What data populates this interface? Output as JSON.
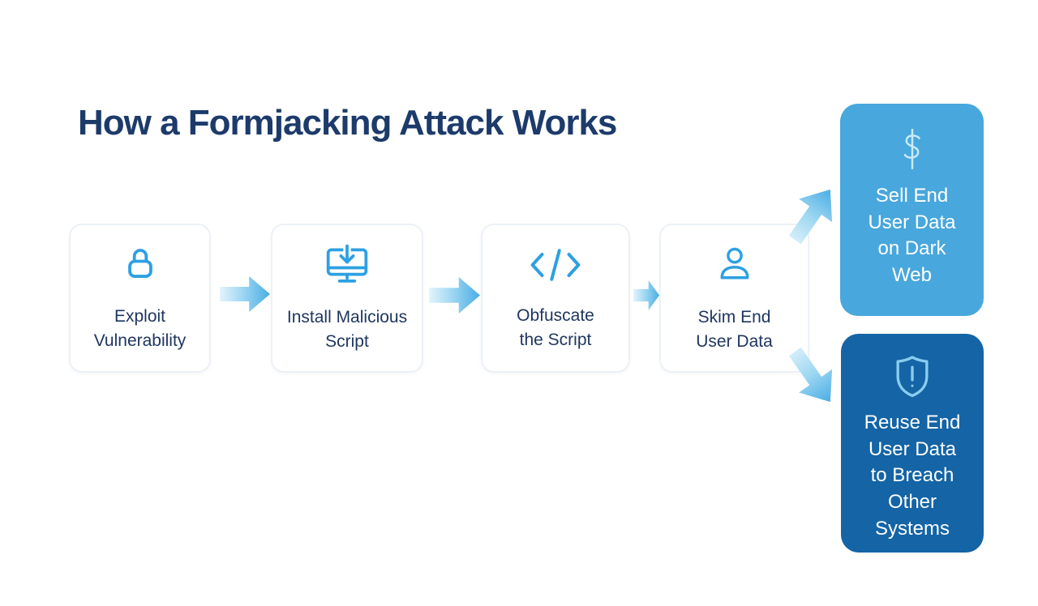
{
  "title": "How a Formjacking Attack Works",
  "steps": [
    {
      "label": "Exploit\nVulnerability",
      "icon": "lock-icon"
    },
    {
      "label": "Install Malicious\nScript",
      "icon": "monitor-download-icon"
    },
    {
      "label": "Obfuscate\nthe Script",
      "icon": "code-icon"
    },
    {
      "label": "Skim End\nUser Data",
      "icon": "user-icon"
    }
  ],
  "outcomes": [
    {
      "label": "Sell End\nUser Data\non Dark\nWeb",
      "icon": "dollar-icon",
      "background": "#48a7dc"
    },
    {
      "label": "Reuse End\nUser Data\nto Breach\nOther\nSystems",
      "icon": "shield-alert-icon",
      "background": "#1464a6"
    }
  ],
  "colors": {
    "background": "#ffffff",
    "title_text": "#1c3b6b",
    "step_text": "#1e355f",
    "step_border": "#ecf1f6",
    "icon_blue": "#2da0e2",
    "arrow_gradient_start": "#e3f4fc",
    "arrow_gradient_end": "#4aade4",
    "outcome_sell_bg": "#48a7dc",
    "outcome_reuse_bg": "#1464a6",
    "dollar_icon_color": "#c8e9f8",
    "shield_icon_color": "#8bcdef",
    "outcome_text": "#ffffff"
  }
}
